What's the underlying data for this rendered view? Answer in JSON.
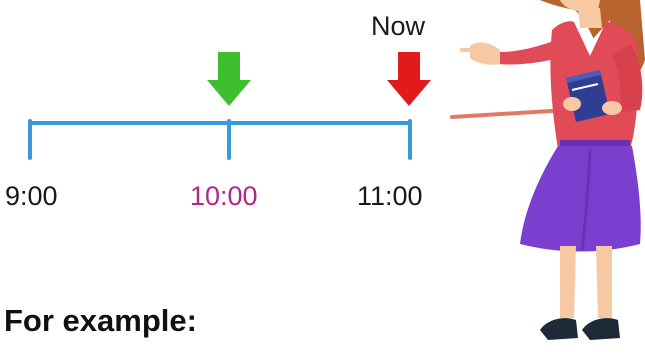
{
  "timeline": {
    "now_label": "Now",
    "ticks": [
      "9:00",
      "10:00",
      "11:00"
    ]
  },
  "heading": "For example:",
  "colors": {
    "timeline_line": "#3a9ad9",
    "past_arrow": "#3fbf2f",
    "now_arrow": "#e11b1b",
    "highlight_time": "#b0268f"
  },
  "icons": {
    "past_arrow": "green-down-arrow-icon",
    "now_arrow": "red-down-arrow-icon",
    "teacher": "teacher-illustration"
  }
}
